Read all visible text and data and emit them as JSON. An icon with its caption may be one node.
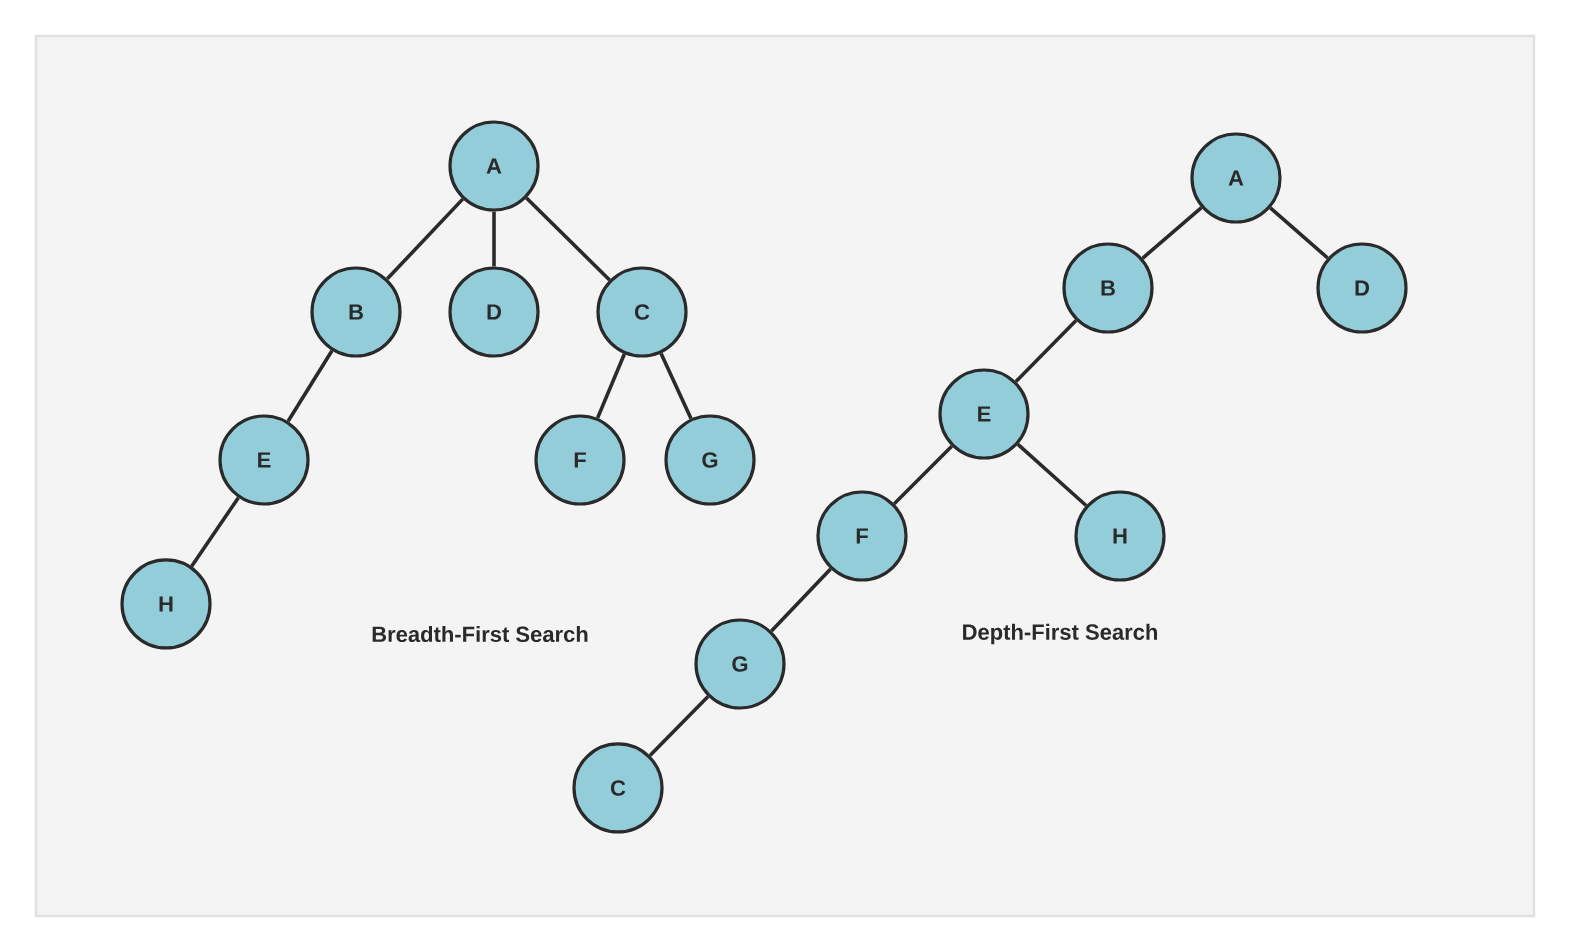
{
  "diagram": {
    "nodes": [
      {
        "text": [
          "A"
        ]
      },
      {
        "text": [
          "B"
        ]
      },
      {
        "text": [
          "D"
        ]
      },
      {
        "text": [
          "C"
        ]
      },
      {
        "text": [
          "E"
        ]
      },
      {
        "text": [
          "F"
        ]
      },
      {
        "text": [
          "G"
        ]
      },
      {
        "text": [
          "H"
        ]
      },
      {
        "text": [
          "A"
        ]
      },
      {
        "text": [
          "B"
        ]
      },
      {
        "text": [
          "D"
        ]
      },
      {
        "text": [
          "E"
        ]
      },
      {
        "text": [
          "F"
        ]
      },
      {
        "text": [
          "H"
        ]
      },
      {
        "text": [
          "G"
        ]
      },
      {
        "text": [
          "C"
        ]
      }
    ],
    "edges": [
      {
        "from": 0,
        "to": 1,
        "arrow": "none"
      },
      {
        "from": 0,
        "to": 2,
        "arrow": "none"
      },
      {
        "from": 0,
        "to": 3,
        "arrow": "none"
      },
      {
        "from": 1,
        "to": 4,
        "arrow": "none"
      },
      {
        "from": 4,
        "to": 7,
        "arrow": "none"
      },
      {
        "from": 3,
        "to": 5,
        "arrow": "none"
      },
      {
        "from": 3,
        "to": 6,
        "arrow": "none"
      },
      {
        "from": 8,
        "to": 9,
        "arrow": "none"
      },
      {
        "from": 8,
        "to": 10,
        "arrow": "none"
      },
      {
        "from": 9,
        "to": 11,
        "arrow": "none"
      },
      {
        "from": 11,
        "to": 12,
        "arrow": "none"
      },
      {
        "from": 11,
        "to": 13,
        "arrow": "none"
      },
      {
        "from": 12,
        "to": 14,
        "arrow": "none"
      },
      {
        "from": 14,
        "to": 15,
        "arrow": "none"
      }
    ],
    "labels": [
      "Breadth-First Search",
      "Depth-First Search"
    ]
  }
}
